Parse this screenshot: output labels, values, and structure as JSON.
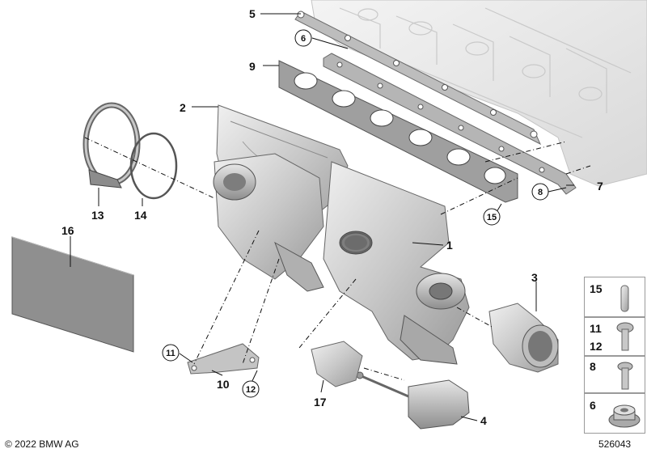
{
  "copyright": "© 2022 BMW AG",
  "diagram_number": "526043",
  "callouts": {
    "c1": "1",
    "c2": "2",
    "c3": "3",
    "c4": "4",
    "c5": "5",
    "c6": "6",
    "c7": "7",
    "c8": "8",
    "c9": "9",
    "c10": "10",
    "c11": "11",
    "c12": "12",
    "c13": "13",
    "c14": "14",
    "c15": "15",
    "c16": "16",
    "c17": "17"
  },
  "legend": {
    "r1a": "15",
    "r2a": "11",
    "r2b": "12",
    "r3a": "8",
    "r4a": "6"
  },
  "colors": {
    "part_fill": "#d9d9d9",
    "part_stroke": "#7a7a7a",
    "dark": "#8a8a8a",
    "line": "#111111"
  }
}
